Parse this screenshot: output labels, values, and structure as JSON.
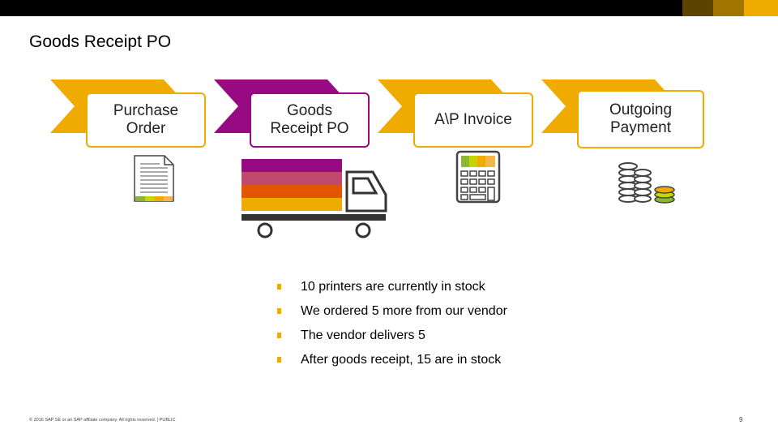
{
  "title": "Goods Receipt PO",
  "colors": {
    "gold": "#f0ab00",
    "purple": "#970a82",
    "orange": "#e35500",
    "green": "#8ab832",
    "dark": "#333333"
  },
  "steps": [
    {
      "label": "Purchase Order",
      "state": "inactive",
      "icon": "document-icon"
    },
    {
      "label": "Goods Receipt PO",
      "state": "active",
      "icon": "truck-icon"
    },
    {
      "label": "A\\P Invoice",
      "state": "inactive",
      "icon": "calculator-icon"
    },
    {
      "label": "Outgoing Payment",
      "state": "inactive",
      "icon": "coins-icon"
    }
  ],
  "bullets": [
    "10 printers are currently in stock",
    "We ordered 5 more from our vendor",
    "The vendor delivers 5",
    "After goods receipt, 15 are in stock"
  ],
  "footer": "© 2016 SAP SE or an SAP affiliate company. All rights reserved.  |  PUBLIC",
  "page_number": "9"
}
